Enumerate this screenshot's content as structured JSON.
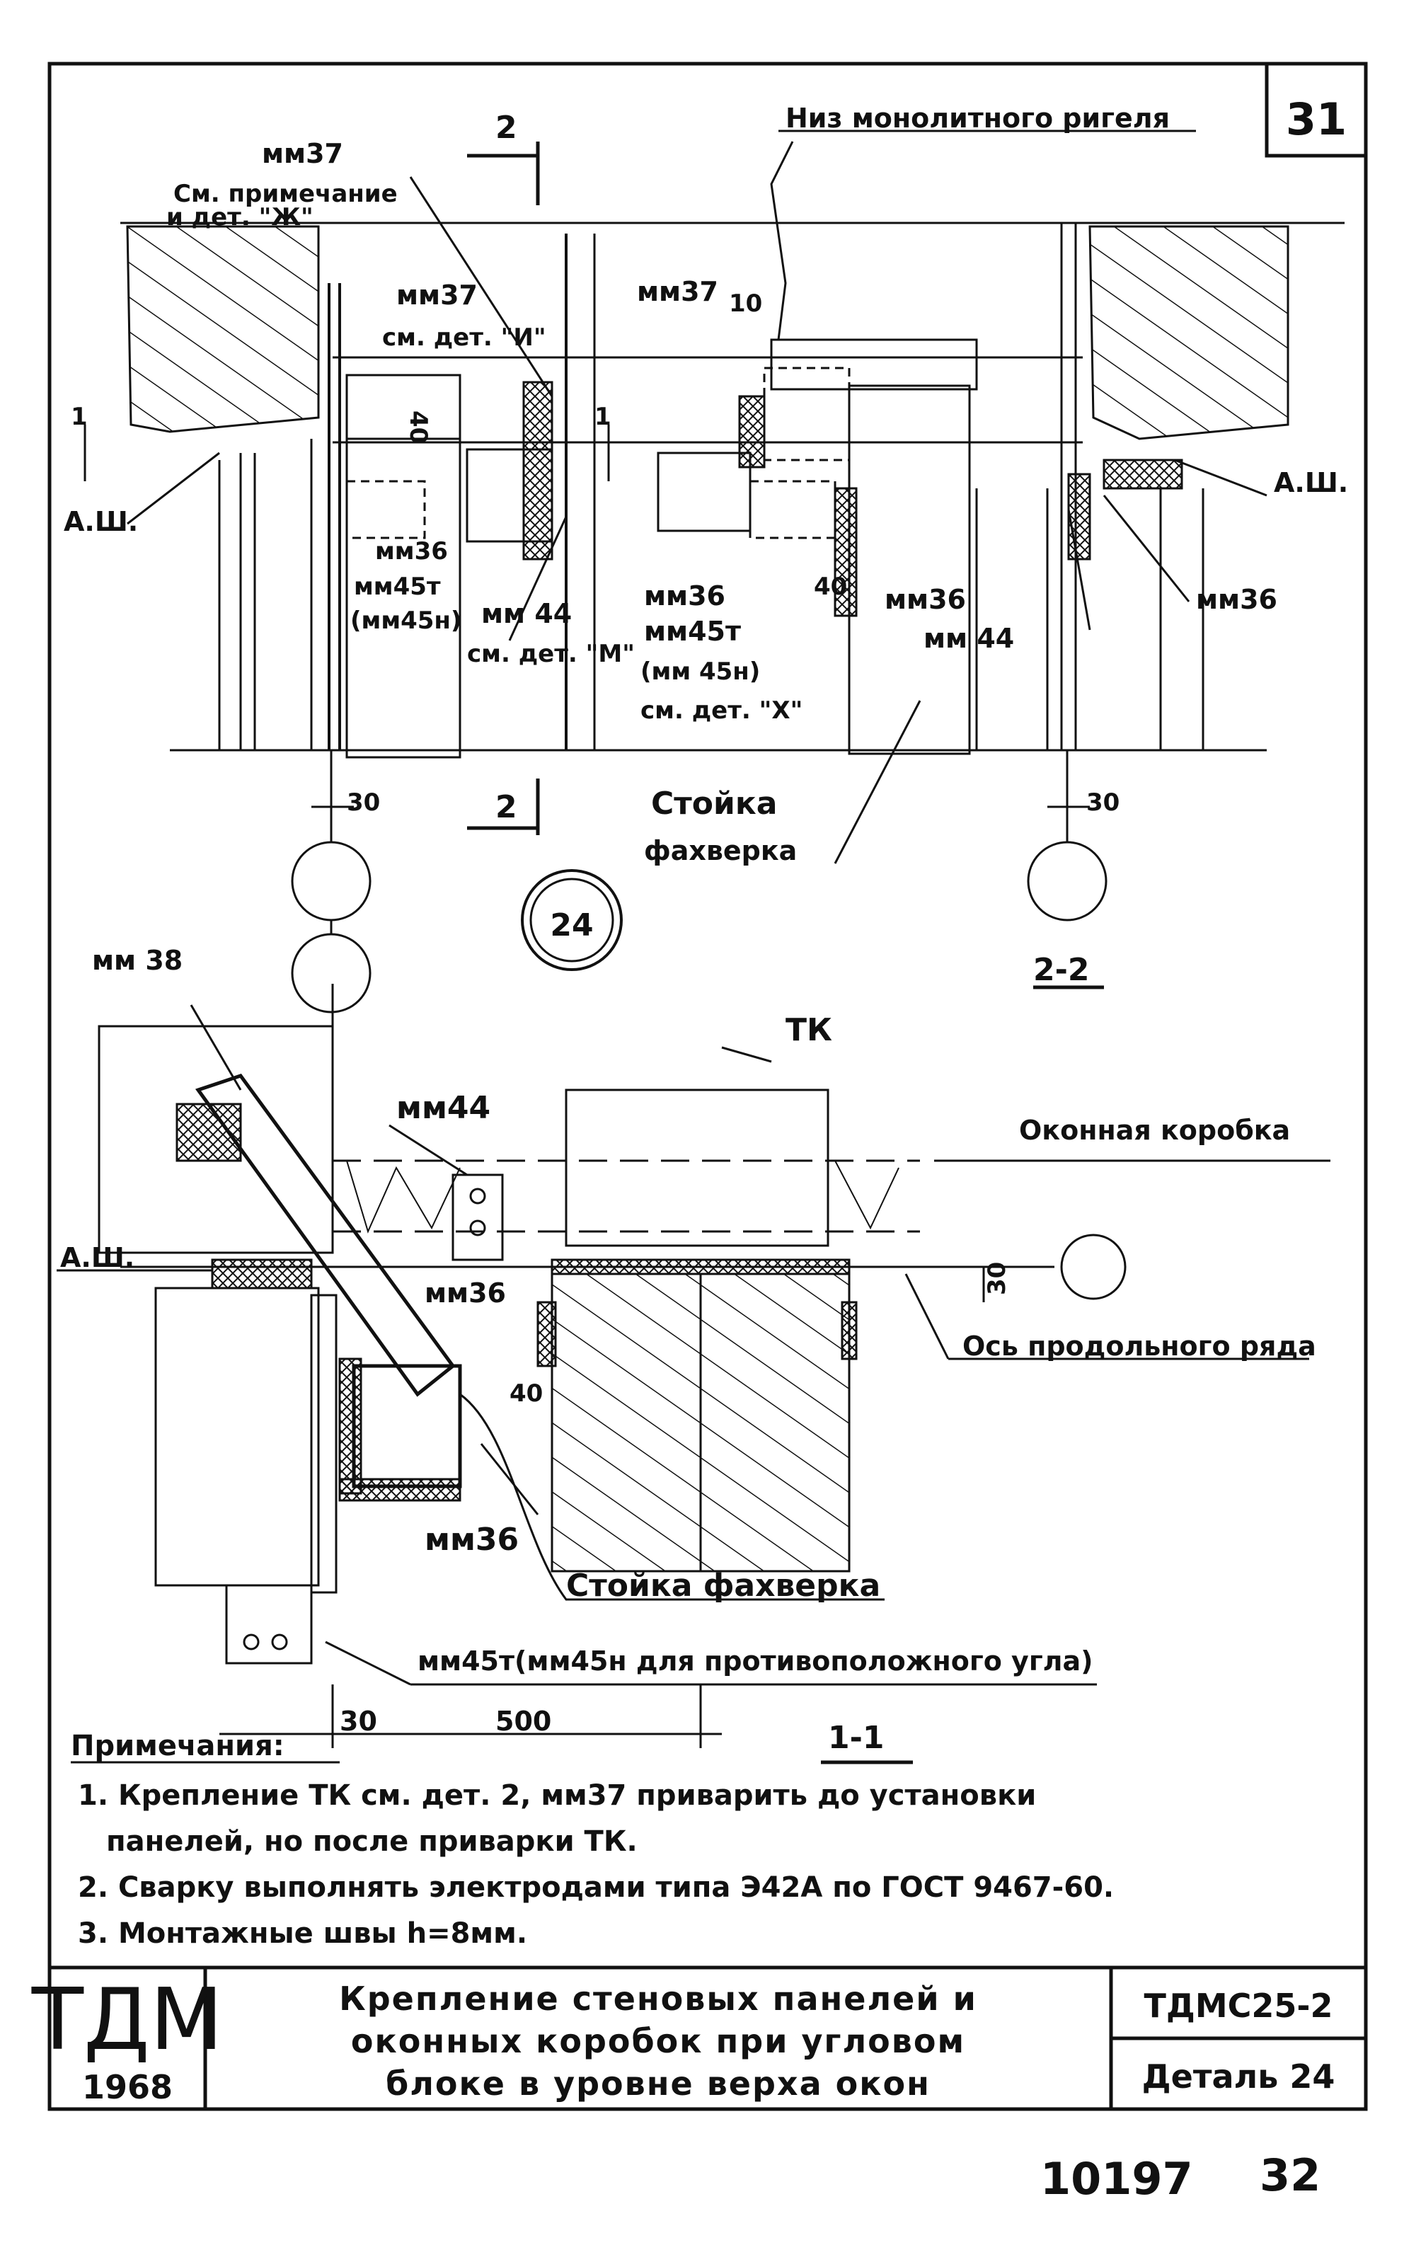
{
  "sheet_number": "31",
  "section_2_2": {
    "label_mm37_top": "мм37",
    "note_ref": "См. примечание",
    "note_ref2": "и дет. \"Ж\"",
    "section_mark_top": "2",
    "section_mark_bottom": "2",
    "label_bottom_beam": "Низ монолитного ригеля",
    "label_mm37_left": "мм37",
    "label_mm37_left_ref": "см. дет. \"И\"",
    "label_mm37_right": "мм37",
    "dim_40_vertical": "40",
    "dim_10": "10",
    "dim_1_left": "1",
    "dim_1_mid": "1",
    "label_ash_left": "А.Ш.",
    "label_ash_right": "А.Ш.",
    "label_mm36_left": "мм36",
    "label_mm45t_left": "мм45т",
    "label_mm45h_left": "(мм45н)",
    "label_mm44_left": "мм 44",
    "label_mm44_left_ref": "см. дет. \"М\"",
    "label_mm36_center": "мм36",
    "label_mm45t_center": "мм45т",
    "label_mm45h_center": "(мм 45н)",
    "label_mm45_center_ref": "см. дет. \"Х\"",
    "dim_40_center": "40",
    "label_mm36_rc": "мм36",
    "label_mm44_rc": "мм 44",
    "label_mm36_right": "мм36",
    "dim_30_left": "30",
    "dim_30_right": "30",
    "label_post_1": "Стойка",
    "label_post_2": "фахверка",
    "detail_number": "24",
    "section_title": "2-2"
  },
  "section_1_1": {
    "label_mm38": "мм 38",
    "label_tk": "ТК",
    "label_mm44": "мм44",
    "label_window_frame": "Оконная коробка",
    "label_ash": "А.Ш.",
    "label_mm36_top": "мм36",
    "dim_30": "30",
    "label_axis": "Ось продольного ряда",
    "dim_40": "40",
    "label_mm36_bottom": "мм36",
    "label_post": "Стойка фахверка",
    "label_mm45": "мм45т(мм45н для противоположного угла)",
    "dim_30_bottom": "30",
    "dim_500": "500",
    "section_title": "1-1"
  },
  "notes": {
    "heading": "Примечания:",
    "items": [
      "1. Крепление ТК см. дет. 2, мм37 приварить до установки",
      "панелей, но после приварки ТК.",
      "2. Сварку выполнять электродами типа Э42А по ГОСТ 9467-60.",
      "3. Монтажные швы h=8мм."
    ]
  },
  "title_block": {
    "logo": "ТДМ",
    "year": "1968",
    "title_lines": [
      "Крепление стеновых панелей и",
      "оконных коробок при угловом",
      "блоке в уровне верха окон"
    ],
    "code": "ТДМС25-2",
    "detail": "Деталь 24"
  },
  "footer": {
    "archive_number": "10197",
    "page_number": "32"
  }
}
